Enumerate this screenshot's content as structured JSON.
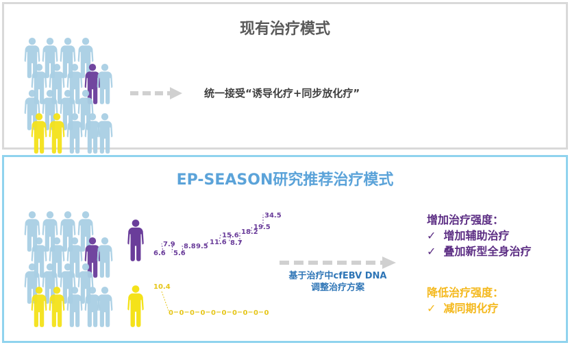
{
  "top_panel": {
    "title": "现有治疗模式",
    "arrow_text": "统一接受“诱导化疗+同步放化疗”"
  },
  "bottom_panel": {
    "title": "EP-SEASON研究推荐治疗模式",
    "purple_values": [
      "6.6",
      "7.9",
      "5.6",
      "8.8",
      "9.5",
      "11.6",
      "15.6",
      "8.7",
      "18.2",
      "19.5",
      "34.5"
    ],
    "yellow_start": "10.4",
    "yellow_zeros": [
      "0",
      "0",
      "0",
      "0",
      "0",
      "0",
      "0",
      "0",
      "0",
      "0"
    ],
    "arrow_caption_line1": "基于治疗中cfEBV DNA",
    "arrow_caption_line2": "调整治疗方案",
    "increase": {
      "heading": "增加治疗强度：",
      "items": [
        "增加辅助治疗",
        "叠加新型全身治疗"
      ]
    },
    "decrease": {
      "heading": "降低治疗强度：",
      "items": [
        "减同期化疗"
      ]
    },
    "check_glyph": "✓"
  },
  "colors": {
    "figure_blue": "#a9cfe4",
    "highlight_purple": "#6a3d9a",
    "highlight_yellow": "#f4e21a",
    "arrow_gray": "#d0d0d0",
    "bottom_border": "#8fd3ee",
    "text_blue": "#2e75b6",
    "text_purple": "#5b2c83",
    "text_gold": "#f4b81c"
  }
}
